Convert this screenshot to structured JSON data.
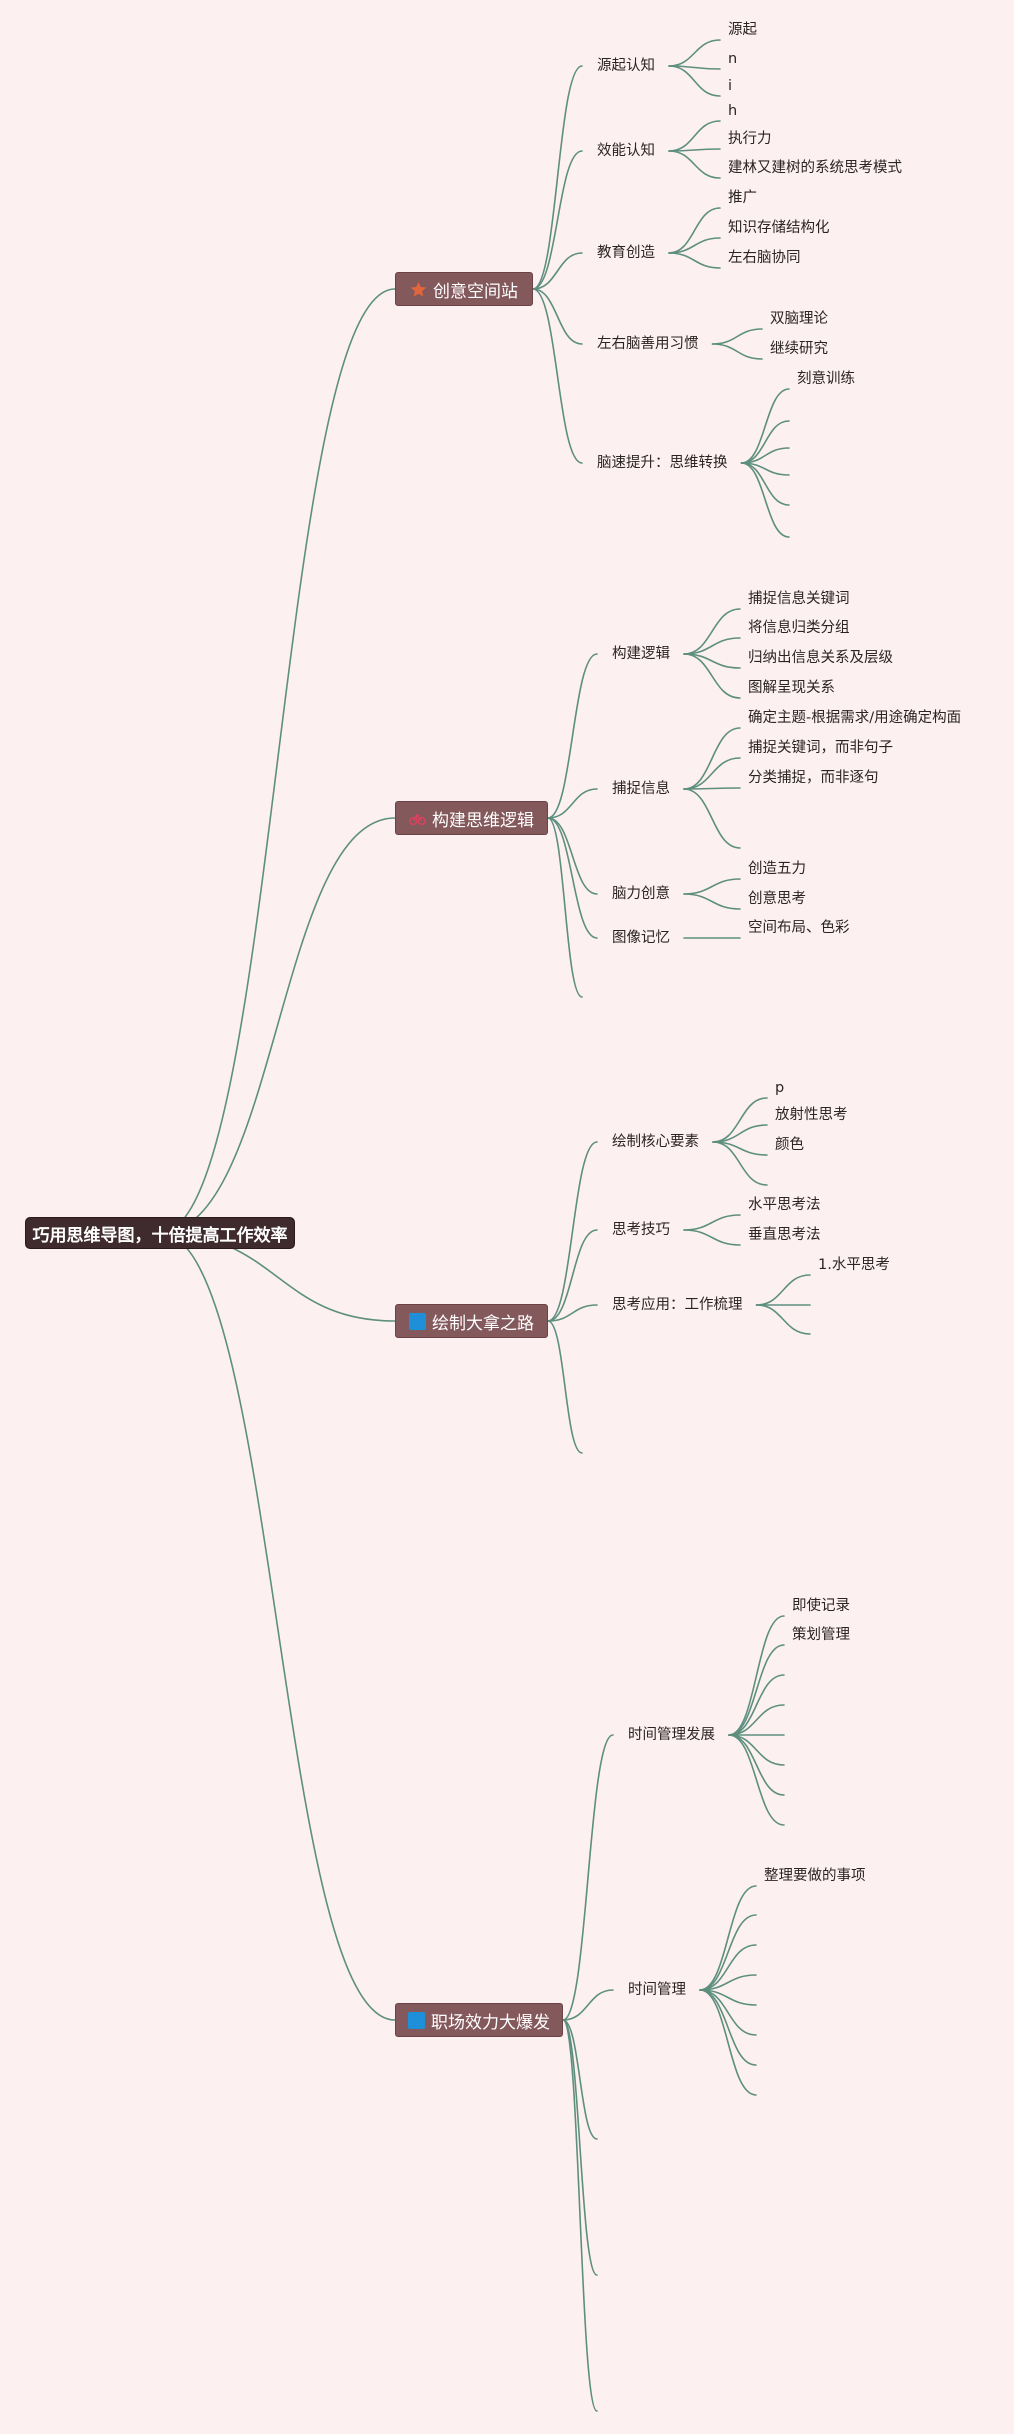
{
  "root": {
    "label": "巧用思维导图，十倍提高工作效率"
  },
  "branches": [
    {
      "label": "创意空间站",
      "icon": "star-icon",
      "icon_color": "#e2653b",
      "topics": [
        {
          "label": "源起认知",
          "children": [
            "源起",
            "n",
            "i"
          ]
        },
        {
          "label": "效能认知",
          "children": [
            "h",
            "执行力",
            "建林又建树的系统思考模式"
          ]
        },
        {
          "label": "教育创造",
          "children": [
            "推广",
            "知识存储结构化",
            "左右脑协同"
          ]
        },
        {
          "label": "左右脑善用习惯",
          "children": [
            "双脑理论",
            "继续研究"
          ]
        },
        {
          "label": "脑速提升：思维转换",
          "children": [
            "刻意训练",
            "",
            "",
            "",
            "",
            ""
          ]
        }
      ]
    },
    {
      "label": "构建思维逻辑",
      "icon": "bicycle-icon",
      "icon_color": "#d8435f",
      "topics": [
        {
          "label": "构建逻辑",
          "children": [
            "捕捉信息关键词",
            "将信息归类分组",
            "归纳出信息关系及层级",
            "图解呈现关系"
          ]
        },
        {
          "label": "捕捉信息",
          "children": [
            "确定主题-根据需求/用途确定构面",
            "捕捉关键词，而非句子",
            "分类捕捉，而非逐句",
            ""
          ]
        },
        {
          "label": "脑力创意",
          "children": [
            "创造五力",
            "创意思考"
          ]
        },
        {
          "label": "图像记忆",
          "children": [
            "空间布局、色彩"
          ]
        },
        {
          "label": "",
          "children": []
        }
      ]
    },
    {
      "label": "绘制大拿之路",
      "icon": "blue-square-icon",
      "icon_color": "#1e8fd8",
      "topics": [
        {
          "label": "绘制核心要素",
          "children": [
            "p",
            "放射性思考",
            "颜色",
            ""
          ]
        },
        {
          "label": "思考技巧",
          "children": [
            "水平思考法",
            "垂直思考法"
          ]
        },
        {
          "label": "思考应用：工作梳理",
          "children": [
            "1.水平思考",
            "",
            ""
          ]
        },
        {
          "label": "",
          "children": []
        }
      ]
    },
    {
      "label": "职场效力大爆发",
      "icon": "blue-square-icon",
      "icon_color": "#1e8fd8",
      "topics": [
        {
          "label": "时间管理发展",
          "children": [
            "即使记录",
            "策划管理",
            "",
            "",
            "",
            "",
            "",
            ""
          ]
        },
        {
          "label": "时间管理",
          "children": [
            "整理要做的事项",
            "",
            "",
            "",
            "",
            "",
            "",
            ""
          ]
        },
        {
          "label": "",
          "children": []
        },
        {
          "label": "",
          "children": []
        },
        {
          "label": "",
          "children": []
        }
      ]
    }
  ]
}
